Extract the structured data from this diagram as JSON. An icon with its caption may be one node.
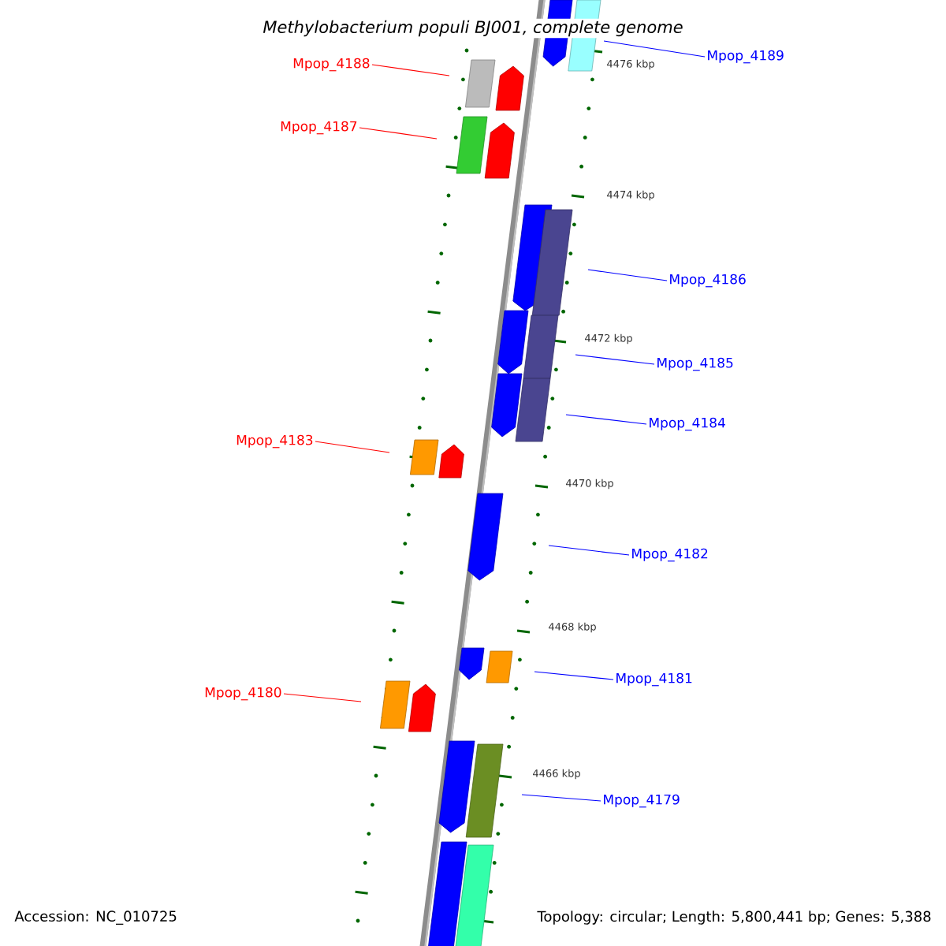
{
  "diagram": {
    "title": "Methylobacterium populi BJ001, complete genome",
    "nodes": [
      {
        "text": [
          "Mpop_4189"
        ]
      },
      {
        "text": [
          "Mpop_4188"
        ]
      },
      {
        "text": [
          "Mpop_4187"
        ]
      },
      {
        "text": [
          "Mpop_4186"
        ]
      },
      {
        "text": [
          "Mpop_4185"
        ]
      },
      {
        "text": [
          "Mpop_4184"
        ]
      },
      {
        "text": [
          "Mpop_4183"
        ]
      },
      {
        "text": [
          "Mpop_4182"
        ]
      },
      {
        "text": [
          "Mpop_4181"
        ]
      },
      {
        "text": [
          "Mpop_4180"
        ]
      },
      {
        "text": [
          "Mpop_4179"
        ]
      }
    ],
    "edges": [
      {
        "from": 0,
        "to": null,
        "arrow": "none"
      },
      {
        "from": 1,
        "to": null,
        "arrow": "none",
        "color": "#ff0000"
      },
      {
        "from": 2,
        "to": null,
        "arrow": "none",
        "color": "#ff0000"
      },
      {
        "from": 3,
        "to": null,
        "arrow": "none"
      },
      {
        "from": 4,
        "to": null,
        "arrow": "none"
      },
      {
        "from": 5,
        "to": null,
        "arrow": "none"
      },
      {
        "from": 6,
        "to": null,
        "arrow": "none",
        "color": "#ff0000"
      },
      {
        "from": 7,
        "to": null,
        "arrow": "none"
      },
      {
        "from": 8,
        "to": null,
        "arrow": "none"
      },
      {
        "from": 9,
        "to": null,
        "arrow": "none",
        "color": "#ff0000"
      },
      {
        "from": 10,
        "to": null,
        "arrow": "none"
      }
    ],
    "labels": [
      "4476 kbp",
      "4474 kbp",
      "4472 kbp",
      "4470 kbp",
      "4468 kbp",
      "4466 kbp",
      "Accession: NC_010725",
      "Topology: circular; Length: 5,800,441 bp; Genes: 5,388"
    ]
  }
}
